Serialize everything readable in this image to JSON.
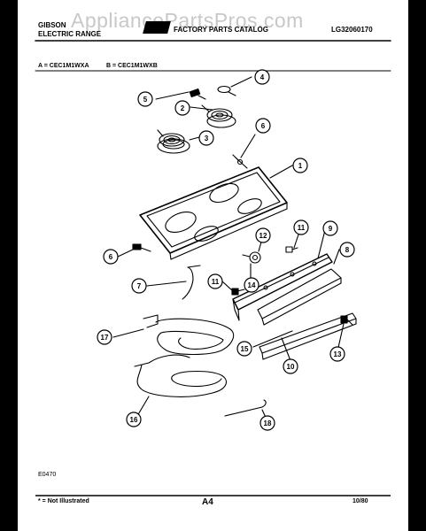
{
  "header": {
    "brand_line1": "GIBSON",
    "brand_line2": "ELECTRIC RANGE",
    "catalog_title": "FACTORY PARTS CATALOG",
    "catalog_number": "LG32060170",
    "watermark": "AppliancePartsPros.com"
  },
  "models": {
    "a": "A = CEC1M1WXA",
    "b": "B = CEC1M1WXB"
  },
  "callouts": [
    {
      "id": "c1",
      "label": "1"
    },
    {
      "id": "c2",
      "label": "2"
    },
    {
      "id": "c3",
      "label": "3"
    },
    {
      "id": "c4",
      "label": "4"
    },
    {
      "id": "c5",
      "label": "5"
    },
    {
      "id": "c6a",
      "label": "6"
    },
    {
      "id": "c6b",
      "label": "6"
    },
    {
      "id": "c7",
      "label": "7"
    },
    {
      "id": "c8",
      "label": "8"
    },
    {
      "id": "c9",
      "label": "9"
    },
    {
      "id": "c10",
      "label": "10"
    },
    {
      "id": "c11a",
      "label": "11"
    },
    {
      "id": "c11b",
      "label": "11"
    },
    {
      "id": "c12",
      "label": "12"
    },
    {
      "id": "c13",
      "label": "13"
    },
    {
      "id": "c14",
      "label": "14"
    },
    {
      "id": "c15",
      "label": "15"
    },
    {
      "id": "c16",
      "label": "16"
    },
    {
      "id": "c17",
      "label": "17"
    },
    {
      "id": "c18",
      "label": "18"
    }
  ],
  "footer": {
    "diagram_code": "E0470",
    "note": "* = Not Illustrated",
    "page": "A4",
    "date": "10/80"
  }
}
